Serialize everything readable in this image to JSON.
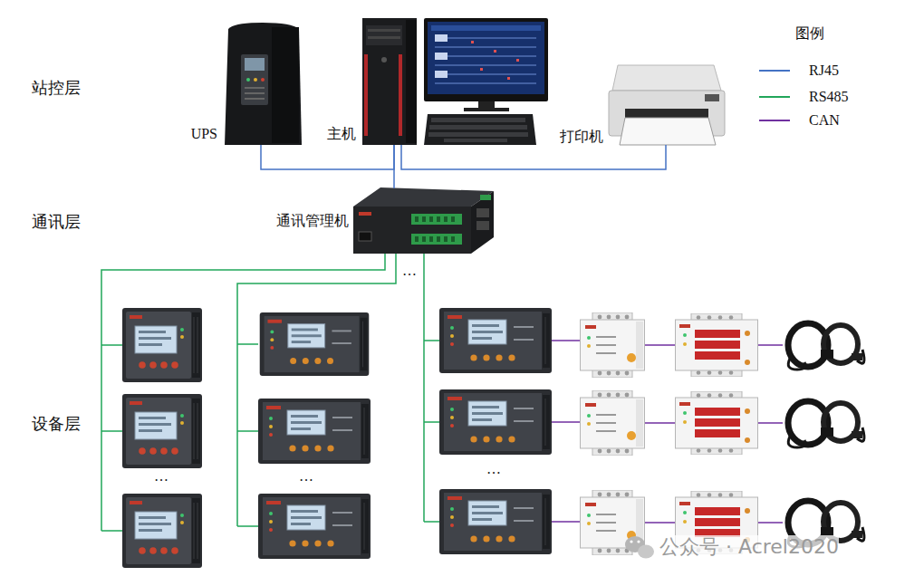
{
  "diagram": {
    "nodes": [
      {
        "text": [
          "UPS"
        ]
      },
      {
        "text": [
          "主机"
        ]
      },
      {
        "text": [
          "打印机"
        ]
      },
      {
        "text": [
          "通讯管理机"
        ]
      }
    ],
    "edges": [
      {
        "from": 0,
        "to": 1,
        "arrow": "none"
      },
      {
        "from": 2,
        "to": 1,
        "arrow": "none"
      },
      {
        "from": 1,
        "to": 3,
        "arrow": "none"
      }
    ],
    "labels": [
      "站控层",
      "通讯层",
      "设备层",
      "图例",
      "…",
      "…",
      "…",
      "…",
      "公众号 · Acrel2020"
    ],
    "legend": [
      {
        "text": "RJ45"
      },
      {
        "text": "RS485"
      },
      {
        "text": "CAN"
      }
    ]
  }
}
